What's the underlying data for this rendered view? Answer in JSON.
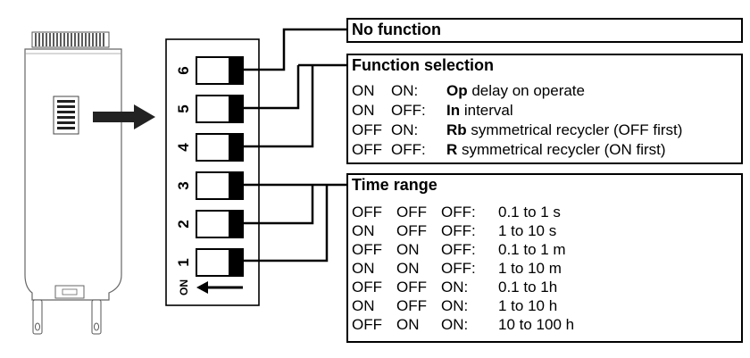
{
  "switch_numbers": [
    "6",
    "5",
    "4",
    "3",
    "2",
    "1"
  ],
  "on_label": "ON",
  "boxes": {
    "no_function": {
      "title": "No function"
    },
    "function_selection": {
      "title": "Function selection",
      "rows": [
        {
          "s5": "ON",
          "s4": "ON:",
          "code": "Op",
          "desc": " delay on operate"
        },
        {
          "s5": "ON",
          "s4": "OFF:",
          "code": "In",
          "desc": " interval"
        },
        {
          "s5": "OFF",
          "s4": "ON:",
          "code": "Rb",
          "desc": " symmetrical recycler (OFF first)"
        },
        {
          "s5": "OFF",
          "s4": "OFF:",
          "code": "R",
          "desc": " symmetrical recycler (ON first)"
        }
      ]
    },
    "time_range": {
      "title": "Time range",
      "rows": [
        {
          "s3": "OFF",
          "s2": "OFF",
          "s1": "OFF:",
          "range": "0.1 to 1 s"
        },
        {
          "s3": "ON",
          "s2": "OFF",
          "s1": "OFF:",
          "range": "1 to 10 s"
        },
        {
          "s3": "OFF",
          "s2": "ON",
          "s1": "OFF:",
          "range": "0.1 to 1 m"
        },
        {
          "s3": "ON",
          "s2": "ON",
          "s1": "OFF:",
          "range": "1 to 10 m"
        },
        {
          "s3": "OFF",
          "s2": "OFF",
          "s1": "ON:",
          "range": "0.1 to 1h"
        },
        {
          "s3": "ON",
          "s2": "OFF",
          "s1": "ON:",
          "range": "1 to 10 h"
        },
        {
          "s3": "OFF",
          "s2": "ON",
          "s1": "ON:",
          "range": "10 to 100 h"
        }
      ]
    }
  }
}
